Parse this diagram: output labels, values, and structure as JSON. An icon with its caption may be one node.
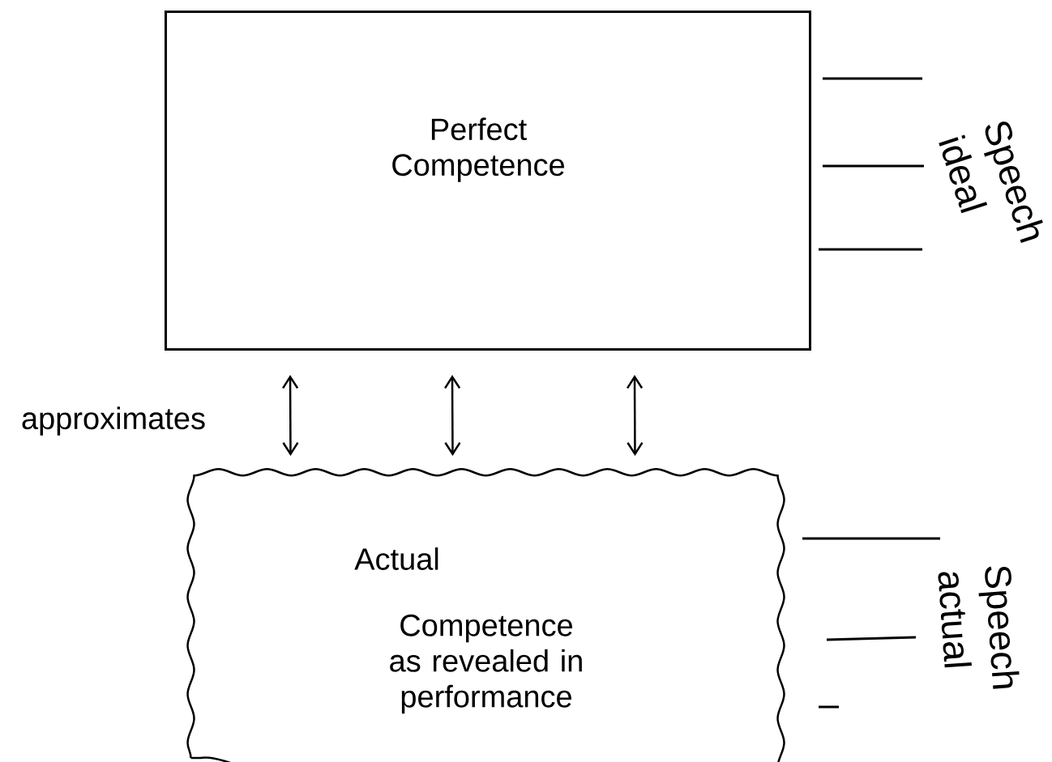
{
  "diagram": {
    "nodes": [
      {
        "text": [
          "Perfect Competence"
        ]
      },
      {
        "text": [
          "Actual",
          "Competence as revealed in performance"
        ]
      }
    ],
    "edges": [
      {
        "from": 0,
        "to": 1,
        "arrow": "both"
      },
      {
        "from": 0,
        "to": 1,
        "arrow": "both"
      },
      {
        "from": 0,
        "to": 1,
        "arrow": "both"
      }
    ],
    "labels": [
      "approximates",
      "ideal",
      "Speech",
      "actual",
      "Speech"
    ]
  }
}
